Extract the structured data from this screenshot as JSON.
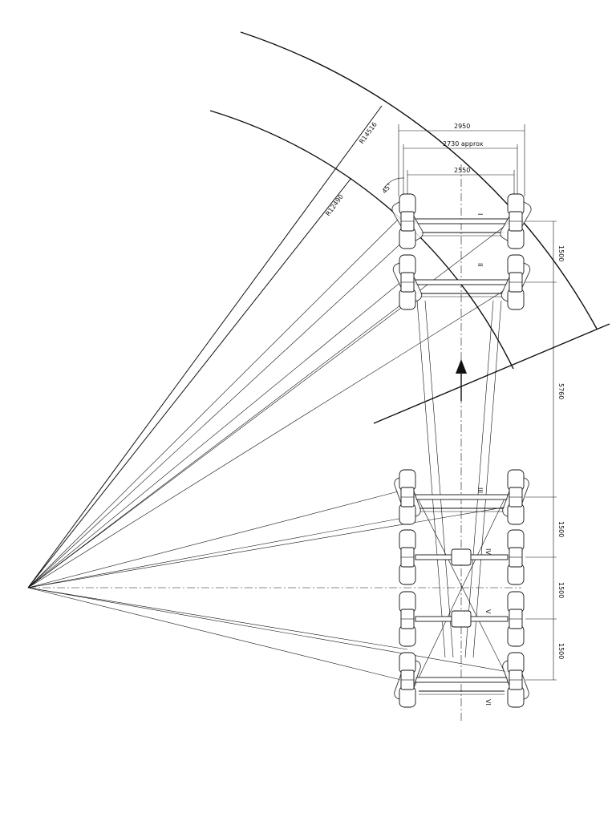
{
  "dimensions": {
    "track_outer": "2950",
    "track_mid": "2730 approx",
    "track_inner": "2550",
    "angle": "45°",
    "radius_outer": "R14516",
    "radius_inner": "R12490",
    "spacing_12": "1500",
    "spacing_23": "5760",
    "spacing_34": "1500",
    "spacing_45": "1500",
    "spacing_56": "1500"
  },
  "axles": [
    {
      "label": "I",
      "steered": true
    },
    {
      "label": "II",
      "steered": true
    },
    {
      "label": "III",
      "steered": true
    },
    {
      "label": "IV",
      "steered": false
    },
    {
      "label": "V",
      "steered": false
    },
    {
      "label": "VI",
      "steered": true
    }
  ],
  "direction_icon": "arrow-up-icon"
}
